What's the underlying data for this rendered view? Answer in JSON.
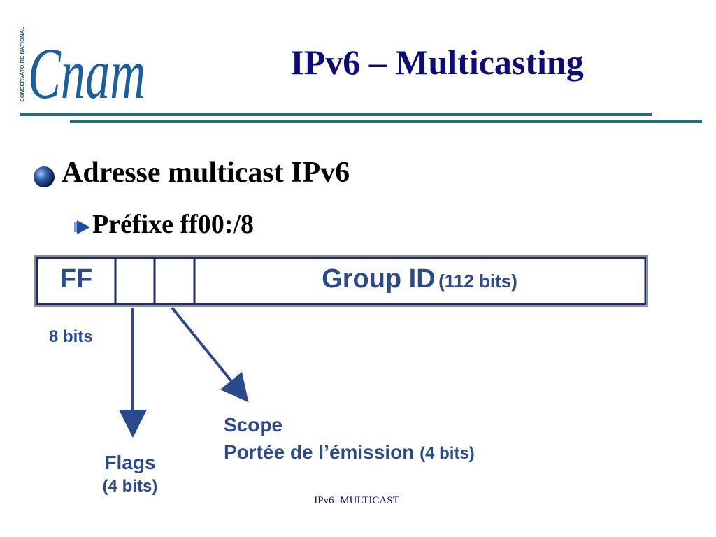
{
  "logo": {
    "main": "Cnam",
    "vertical": "CONSERVATOIRE NATIONAL"
  },
  "title": "IPv6 – Multicasting",
  "bullet1": "Adresse multicast IPv6",
  "bullet2": "Préfixe ff00:/8",
  "diagram": {
    "ff_label": "FF",
    "group_label": "Group ID",
    "group_bits": "(112 bits)",
    "ff_bits": "8 bits",
    "scope_title": "Scope",
    "scope_desc": "Portée de l’émission",
    "scope_bits": "(4 bits)",
    "flags_title": "Flags",
    "flags_bits": "(4 bits)"
  },
  "footer": "IPv6 -MULTICAST",
  "colors": {
    "title": "#0b0b7a",
    "diagram_text": "#2a4a8c",
    "rule": "#1e6f7a",
    "logo": "#1a5f9e"
  }
}
